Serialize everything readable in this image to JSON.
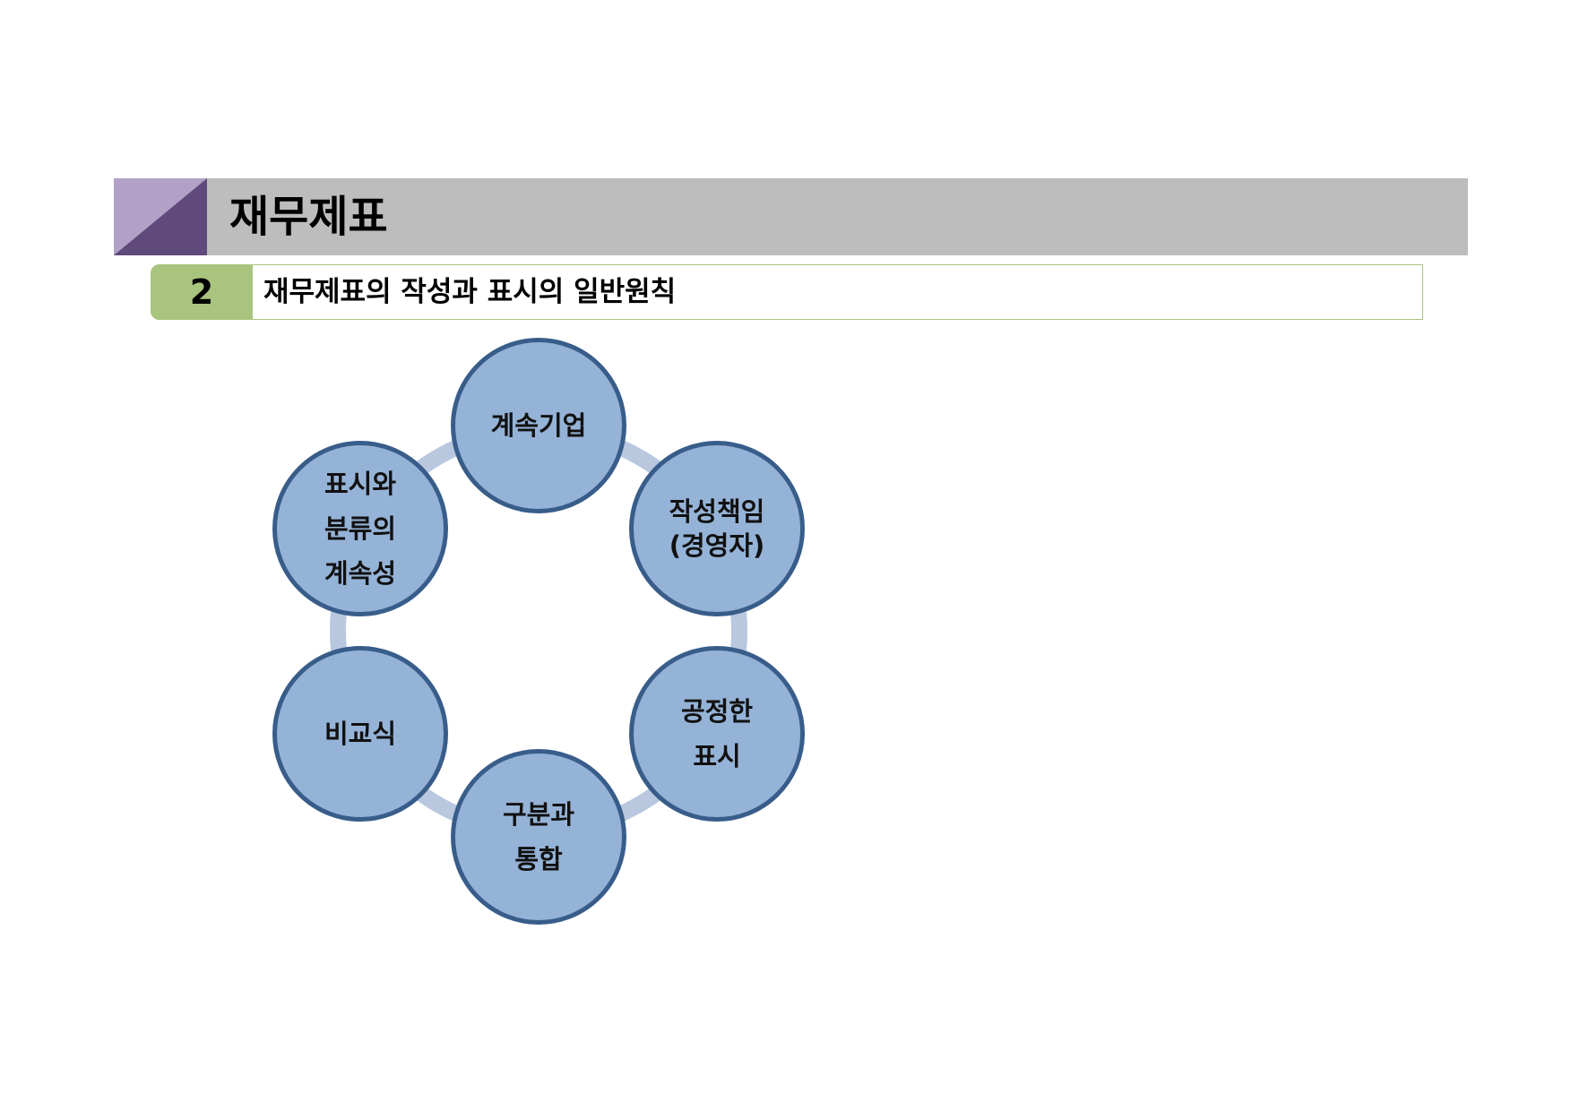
{
  "header": {
    "title": "재무제표"
  },
  "section": {
    "number": "2",
    "title": "재무제표의 작성과 표시의 일반원칙"
  },
  "colors": {
    "title_bar": "#bdbdbd",
    "accent_light": "#b2a1c7",
    "accent_dark": "#604a7b",
    "section_green": "#a9c47f",
    "node_fill": "#95b3d7",
    "node_border": "#385d8a",
    "ring": "#b9c8df"
  },
  "cycle": {
    "nodes": [
      {
        "lines": [
          "계속기업"
        ]
      },
      {
        "lines": [
          "작성책임",
          "(경영자)"
        ]
      },
      {
        "lines": [
          "공정한",
          "표시"
        ]
      },
      {
        "lines": [
          "구분과",
          "통합"
        ]
      },
      {
        "lines": [
          "비교식"
        ]
      },
      {
        "lines": [
          "표시와",
          "분류의",
          "계속성"
        ]
      }
    ]
  }
}
